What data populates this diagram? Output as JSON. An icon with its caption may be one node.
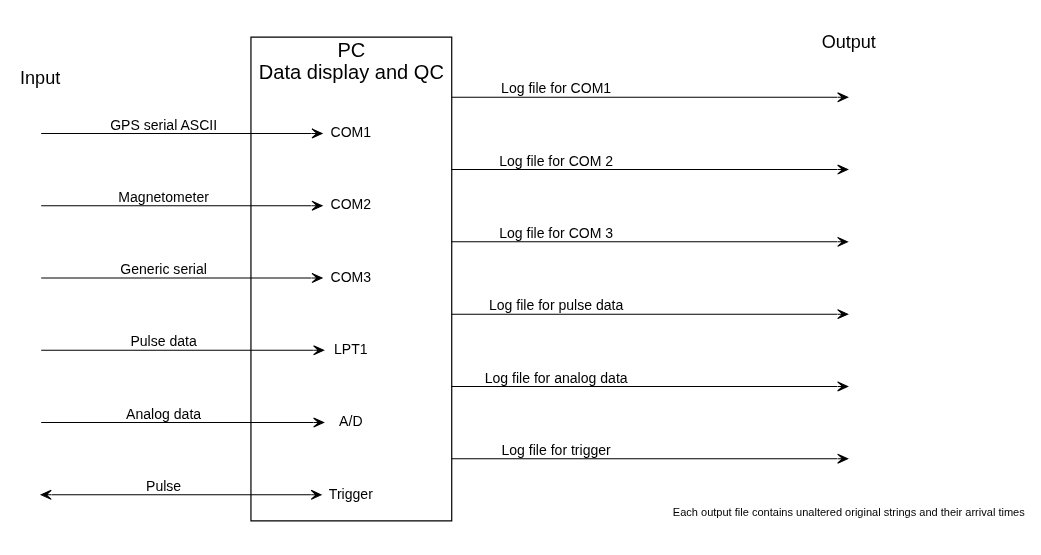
{
  "diagram": {
    "nodes": [
      {
        "text": [
          "PC",
          "Data display and QC"
        ]
      },
      {
        "text": [
          "COM1"
        ],
        "in": 0
      },
      {
        "text": [
          "COM2"
        ],
        "in": 0
      },
      {
        "text": [
          "COM3"
        ],
        "in": 0
      },
      {
        "text": [
          "LPT1"
        ],
        "in": 0
      },
      {
        "text": [
          "A/D"
        ],
        "in": 0
      },
      {
        "text": [
          "Trigger"
        ],
        "in": 0
      }
    ],
    "edges": [
      {
        "from": null,
        "to": 1,
        "arrow": "to",
        "label": "GPS serial ASCII"
      },
      {
        "from": null,
        "to": 2,
        "arrow": "to",
        "label": "Magnetometer"
      },
      {
        "from": null,
        "to": 3,
        "arrow": "to",
        "label": "Generic serial"
      },
      {
        "from": null,
        "to": 4,
        "arrow": "to",
        "label": "Pulse data"
      },
      {
        "from": null,
        "to": 5,
        "arrow": "to",
        "label": "Analog data"
      },
      {
        "from": null,
        "to": 6,
        "arrow": "both",
        "label": "Pulse"
      },
      {
        "from": 0,
        "to": null,
        "arrow": "to",
        "label": "Log file for COM1"
      },
      {
        "from": 0,
        "to": null,
        "arrow": "to",
        "label": "Log file for COM 2"
      },
      {
        "from": 0,
        "to": null,
        "arrow": "to",
        "label": "Log file for COM 3"
      },
      {
        "from": 0,
        "to": null,
        "arrow": "to",
        "label": "Log file for pulse data"
      },
      {
        "from": 0,
        "to": null,
        "arrow": "to",
        "label": "Log file for analog data"
      },
      {
        "from": 0,
        "to": null,
        "arrow": "to",
        "label": "Log file for trigger"
      }
    ],
    "labels": [
      "Input",
      "Output",
      "Each output file contains unaltered original strings and their arrival times"
    ]
  }
}
